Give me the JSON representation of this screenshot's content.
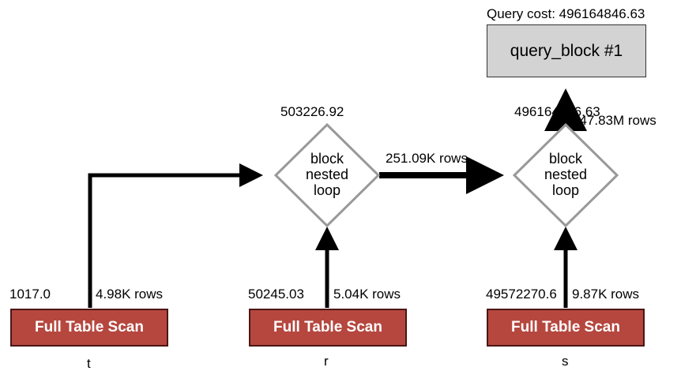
{
  "query_cost": "Query cost: 496164846.63",
  "query_block": "query_block #1",
  "joins": [
    {
      "cost": "503226.92",
      "label_lines": [
        "block",
        "nested",
        "loop"
      ],
      "out_rows": "251.09K rows"
    },
    {
      "cost": "496164846.63",
      "label_lines": [
        "block",
        "nested",
        "loop"
      ],
      "out_rows": "247.83M rows"
    }
  ],
  "scans": [
    {
      "label": "Full Table Scan",
      "table": "t",
      "cost": "1017.0",
      "rows": "4.98K rows"
    },
    {
      "label": "Full Table Scan",
      "table": "r",
      "cost": "50245.03",
      "rows": "5.04K rows"
    },
    {
      "label": "Full Table Scan",
      "table": "s",
      "cost": "49572270.6",
      "rows": "9.87K rows"
    }
  ],
  "colors": {
    "scan_fill": "#b5473f",
    "query_block_fill": "#d3d3d3",
    "diamond_stroke": "#999999"
  }
}
